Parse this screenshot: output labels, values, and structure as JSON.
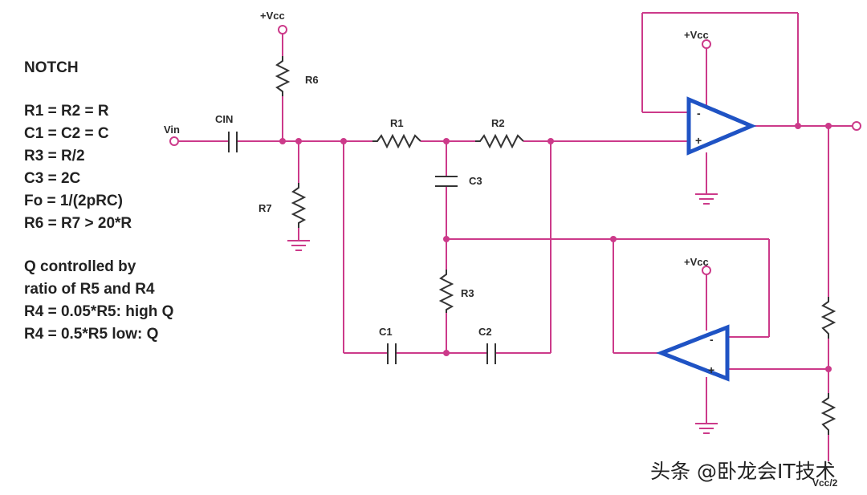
{
  "notes": {
    "title": "NOTCH",
    "lines": [
      "R1 = R2 = R",
      "C1 = C2 = C",
      "R3 = R/2",
      "C3 = 2C",
      "Fo = 1/(2pRC)",
      "R6 = R7 > 20*R",
      "Q controlled by",
      "ratio of R5 and R4",
      "R4 = 0.05*R5: high Q",
      "R4 = 0.5*R5 low: Q"
    ]
  },
  "labels": {
    "vcc": "+Vcc",
    "vin": "Vin",
    "cin": "CIN",
    "r6": "R6",
    "r7": "R7",
    "r1": "R1",
    "r2": "R2",
    "c3": "C3",
    "r3": "R3",
    "c1": "C1",
    "c2": "C2",
    "minus": "-",
    "plus": "+",
    "vcc2": "Vcc/2"
  },
  "watermark": "头条 @卧龙会IT技术",
  "colors": {
    "wire": "#cc3a8a",
    "amplifier": "#1f53c4",
    "component": "#333333"
  }
}
